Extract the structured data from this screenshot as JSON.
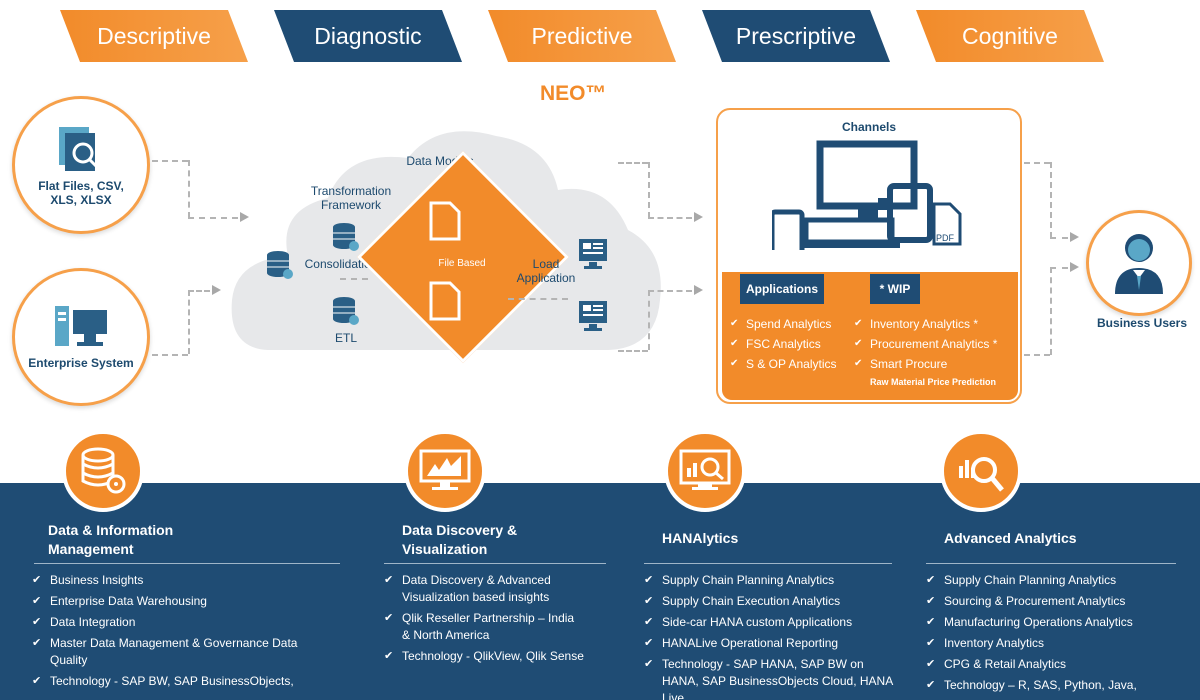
{
  "tabs": [
    {
      "label": "Descriptive",
      "color": "#f28b2a"
    },
    {
      "label": "Diagnostic",
      "color": "#1f4c74"
    },
    {
      "label": "Predictive",
      "color": "#f28b2a"
    },
    {
      "label": "Prescriptive",
      "color": "#1f4c74"
    },
    {
      "label": "Cognitive",
      "color": "#f28b2a"
    }
  ],
  "neo": "NEO™",
  "sources": [
    {
      "label": "Flat Files, CSV, XLS, XLSX",
      "icon": "file-search-icon"
    },
    {
      "label": "Enterprise System",
      "icon": "computer-icon"
    }
  ],
  "cloud": {
    "data_models": "Data Models",
    "transformation": "Transformation Framework",
    "consolidation": "Consolidation",
    "etl": "ETL",
    "file_based": "File Based",
    "load_application": "Load Application"
  },
  "channels": {
    "title": "Channels",
    "applications_header": "Applications",
    "wip_header": "* WIP",
    "applications": [
      "Spend Analytics",
      "FSC Analytics",
      "S & OP Analytics"
    ],
    "wip": [
      "Inventory Analytics *",
      "Procurement Analytics *",
      "Smart Procure"
    ],
    "wip_sub": "Raw Material Price Prediction"
  },
  "business_users": "Business Users",
  "columns": [
    {
      "title": "Data & Information Management",
      "icon": "database-gear-icon",
      "items": [
        "Business Insights",
        "Enterprise Data Warehousing",
        "Data Integration",
        "Master Data Management & Governance Data Quality",
        "Technology - SAP BW, SAP BusinessObjects,"
      ]
    },
    {
      "title": "Data Discovery & Visualization",
      "icon": "monitor-chart-icon",
      "items": [
        "Data Discovery & Advanced Visualization based insights",
        "Qlik Reseller Partnership – India & North America",
        "Technology - QlikView, Qlik Sense"
      ]
    },
    {
      "title": "HANAlytics",
      "icon": "monitor-magnifier-icon",
      "items": [
        "Supply Chain Planning Analytics",
        "Supply Chain Execution Analytics",
        "Side-car HANA custom Applications",
        "HANALive Operational Reporting",
        "Technology - SAP HANA, SAP BW on HANA, SAP BusinessObjects Cloud, HANA Live"
      ]
    },
    {
      "title": "Advanced Analytics",
      "icon": "chart-magnifier-icon",
      "items": [
        "Supply Chain Planning Analytics",
        "Sourcing & Procurement Analytics",
        "Manufacturing Operations Analytics",
        "Inventory Analytics",
        "CPG & Retail Analytics",
        "Technology – R, SAS, Python, Java,"
      ]
    }
  ],
  "colors": {
    "orange": "#f28b2a",
    "navy": "#1f4c74"
  }
}
